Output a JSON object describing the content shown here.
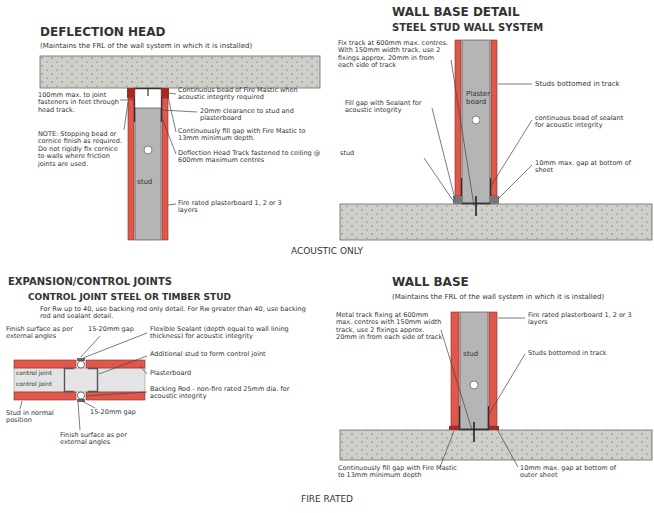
{
  "diagram": {
    "labels": [
      "DEFLECTION HEAD",
      "(Maintains the FRL of the wall system in which it is installed)",
      "Continuous bead of Fire Mastic when acoustic integrity required",
      "100mm max. to joint fasteners in feet through head track.",
      "20mm clearance to stud and plasterboard",
      "Continuously fill gap with Fire Mastic to 13mm minimum depth.",
      "Deflection Head Track fastened to ceiling @ 600mm maximum centres",
      "NOTE: Stopping bead or cornice finish as required. Do not rigidly fix cornice to walls where friction joints are used.",
      "stud",
      "Fire rated plasterboard 1, 2 or 3 layers",
      "WALL BASE DETAIL",
      "STEEL STUD WALL SYSTEM",
      "Fix track at 600mm max. centres. With 150mm width track, use 2 fixings approx. 20mm in from each side of track",
      "Fill gap with Sealant for acoustic integrity",
      "stud",
      "Plaster board",
      "Studs bottomed in track",
      "continuous bead of sealant for acoustic integrity",
      "10mm max. gap at bottom of sheet",
      "ACOUSTIC ONLY",
      "EXPANSION/CONTROL JOINTS",
      "CONTROL JOINT STEEL OR TIMBER STUD",
      "For Rw up to 40, use backing rod only detail. For Rw greater than 40, use backing rod and sealant detail.",
      "Finish surface as per external angles",
      "15-20mm gap",
      "Flexible Sealant (depth equal to wall lining thickness) for acoustic integrity",
      "control joint",
      "control joint",
      "Additional stud to form control joint",
      "Plasterboard",
      "Backing Rod - non-fire rated 25mm dia. for acoustic integrity",
      "Stud in normal position",
      "15-20mm gap",
      "Finish surface as per external angles",
      "WALL BASE",
      "(Maintains the FRL of the wall system in which it is installed)",
      "Metal track fixing at 600mm max. centres with 150mm width track, use 2 fixings approx. 20mm in from each side of track",
      "stud",
      "Fire rated plasterboard 1, 2 or 3 layers",
      "Studs bottomed in track",
      "Continuously fill gap with Fire Mastic to 13mm minimum depth",
      "10mm max. gap at bottom of outer sheet",
      "FIRE RATED"
    ]
  }
}
